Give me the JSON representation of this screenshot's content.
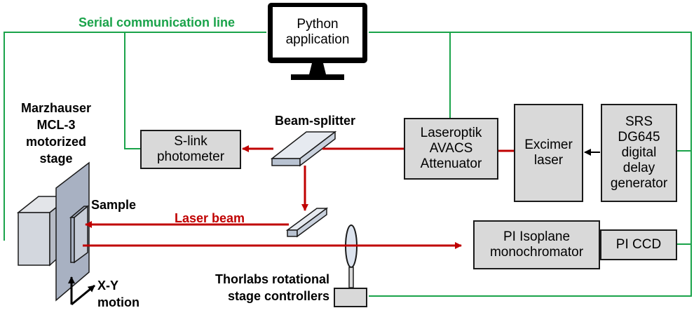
{
  "labels": {
    "serial_line": "Serial communication line",
    "python_app": "Python\napplication",
    "stage": "Marzhauser\nMCL-3\nmotorized\nstage",
    "beam_splitter": "Beam-splitter",
    "sample": "Sample",
    "laser_beam": "Laser beam",
    "slink": "S-link\nphotometer",
    "attenuator": "Laseroptik\nAVACS\nAttenuator",
    "excimer": "Excimer\nlaser",
    "srs": "SRS\nDG645\ndigital\ndelay\ngenerator",
    "monochromator": "PI Isoplane\nmonochromator",
    "ccd": "PI CCD",
    "thorlabs": "Thorlabs rotational\nstage controllers",
    "xy_motion": "X-Y\nmotion"
  },
  "colors": {
    "serial_line": "#1aa34a",
    "laser": "#c00000",
    "box_fill": "#d9d9d9",
    "outline": "#1a1a1a"
  }
}
